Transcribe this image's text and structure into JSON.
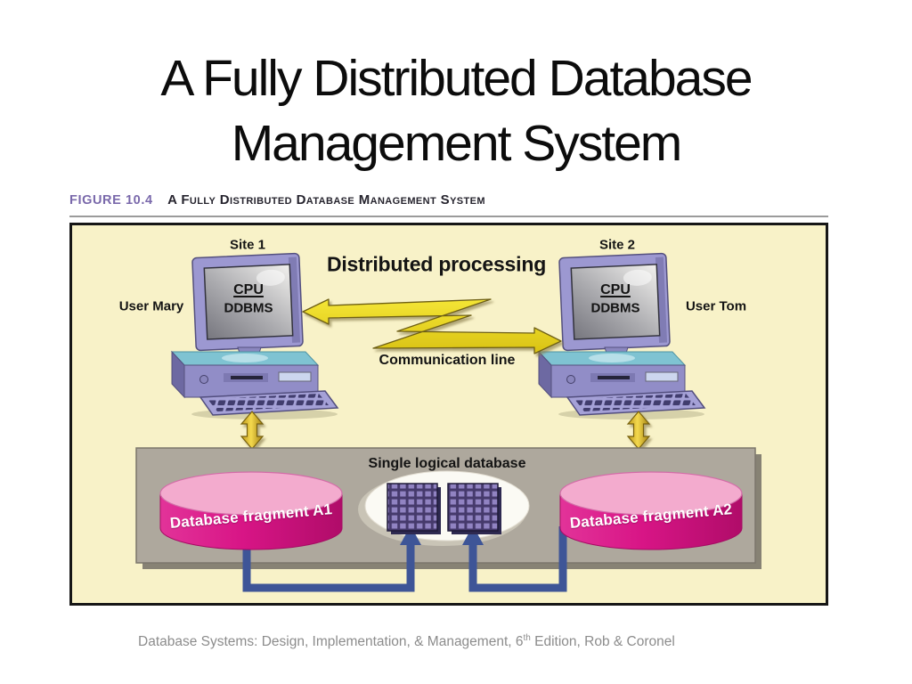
{
  "slide": {
    "title": {
      "line1": "A Fully Distributed Database",
      "line2": "Management System"
    },
    "footer": {
      "part1": "Database Systems: Design, Implementation, & Management, 6",
      "sup": "th",
      "part2": " Edition, Rob & Coronel"
    }
  },
  "figure": {
    "caption": {
      "label": "FIGURE 10.4",
      "title": "A Fully Distributed Database Management System"
    },
    "labels": {
      "site1": "Site 1",
      "site2": "Site 2",
      "distributed_processing": "Distributed processing",
      "user_mary": "User Mary",
      "user_tom": "User Tom",
      "cpu": "CPU",
      "ddbms": "DDBMS",
      "communication_line": "Communication line",
      "single_logical_database": "Single logical database",
      "fragment_a1": "Database fragment A1",
      "fragment_a2": "Database fragment A2"
    }
  },
  "colors": {
    "figure_background": "#f8f2c8",
    "figure_border": "#161616",
    "caption_label_purple": "#7a69ab",
    "gray_box": "#aea89d",
    "cylinder_pink": "#d81586",
    "cylinder_top_pink": "#f3abce",
    "connector_blue": "#3e5597",
    "arrow_yellow": "#efdf2c",
    "grid_purple": "#9183c2",
    "monitor_lavender": "#9c98d1",
    "case_teal": "#7fc3d2",
    "footer_gray": "#8c8c8c"
  }
}
